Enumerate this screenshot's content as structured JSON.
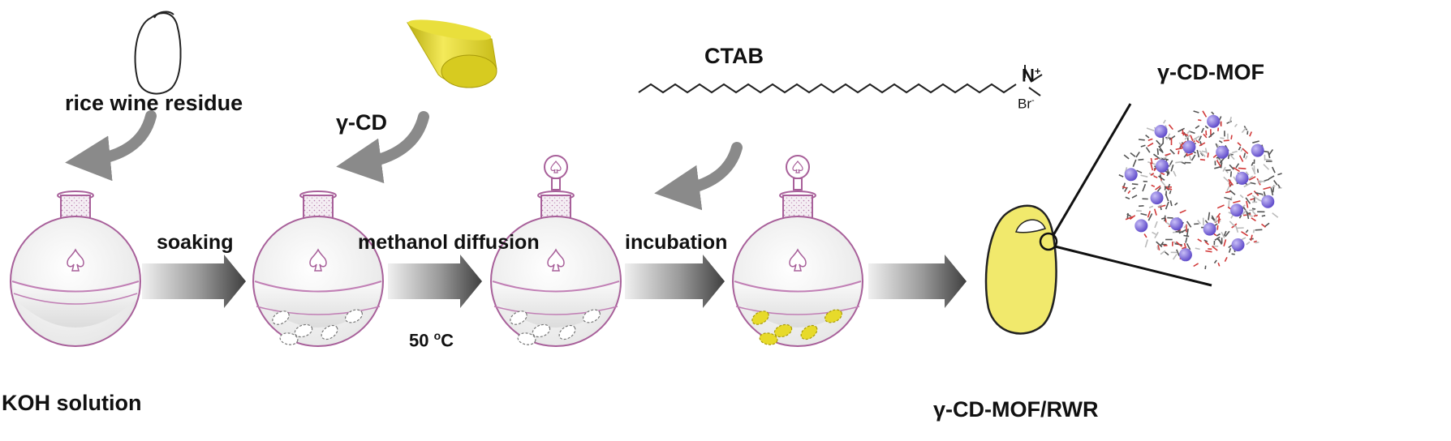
{
  "labels": {
    "rice_wine_residue": "rice wine residue",
    "gamma_cd": "γ-CD",
    "ctab": "CTAB",
    "gamma_cd_mof": "γ-CD-MOF",
    "koh_solution": "KOH solution",
    "soaking": "soaking",
    "methanol_diffusion": "methanol diffusion",
    "temperature_value": "50 ",
    "temperature_unit_sup": "o",
    "temperature_unit": "C",
    "incubation": "incubation",
    "product": "γ-CD-MOF/RWR",
    "ammonium_n": "N",
    "ammonium_charge": "+",
    "bromide": "Br",
    "bromide_charge": "-"
  },
  "colors": {
    "flask_outline": "#a8609a",
    "flask_fill": "#f4f4f4",
    "liquid_line": "#c17fb5",
    "arrow_dark": "#4a4a4a",
    "arrow_light": "#eeeeee",
    "curved_arrow": "#8a8a8a",
    "gamma_cd_yellow": "#e7da2a",
    "product_yellow": "#f1e96c",
    "mof_purple": "#8a78e0"
  }
}
